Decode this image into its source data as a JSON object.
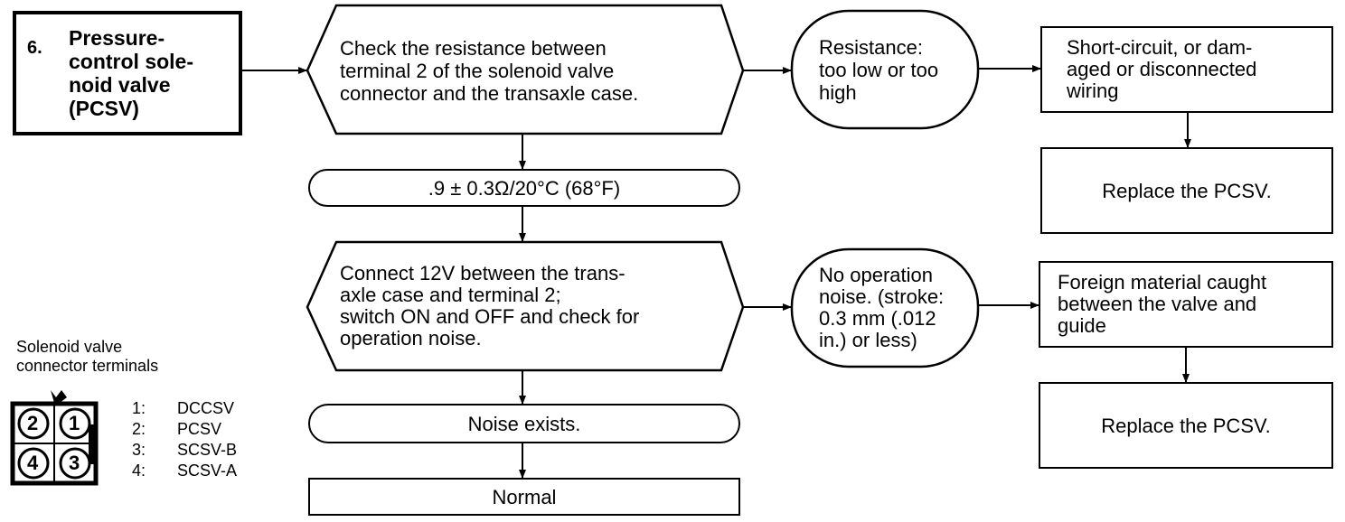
{
  "start": {
    "number": "6.",
    "title": "Pressure-\ncontrol sole-\nnoid valve\n(PCSV)"
  },
  "step1": {
    "text": "Check the resistance between\nterminal 2 of the solenoid valve\nconnector and the transaxle case."
  },
  "fail1": {
    "text": "Resistance:\ntoo low or too\nhigh"
  },
  "cause1": {
    "text": "Short-circuit, or dam-\naged or disconnected\nwiring"
  },
  "action1": {
    "text": "Replace the PCSV."
  },
  "spec": {
    "text": ".9 ± 0.3Ω/20°C (68°F)"
  },
  "step2": {
    "text": "Connect 12V between the trans-\naxle case and terminal 2;\nswitch ON and OFF and check for\noperation noise."
  },
  "fail2": {
    "text": "No operation\nnoise. (stroke:\n0.3 mm (.012\nin.) or less)"
  },
  "cause2": {
    "text": "Foreign material caught\nbetween the valve and\nguide"
  },
  "action2": {
    "text": "Replace the PCSV."
  },
  "noise": {
    "text": "Noise exists."
  },
  "result": {
    "text": "Normal"
  },
  "connector": {
    "caption": "Solenoid valve\nconnector terminals",
    "pins": [
      "2",
      "1",
      "4",
      "3"
    ],
    "legend": [
      {
        "num": "1:",
        "name": "DCCSV"
      },
      {
        "num": "2:",
        "name": "PCSV"
      },
      {
        "num": "3:",
        "name": "SCSV-B"
      },
      {
        "num": "4:",
        "name": "SCSV-A"
      }
    ]
  }
}
